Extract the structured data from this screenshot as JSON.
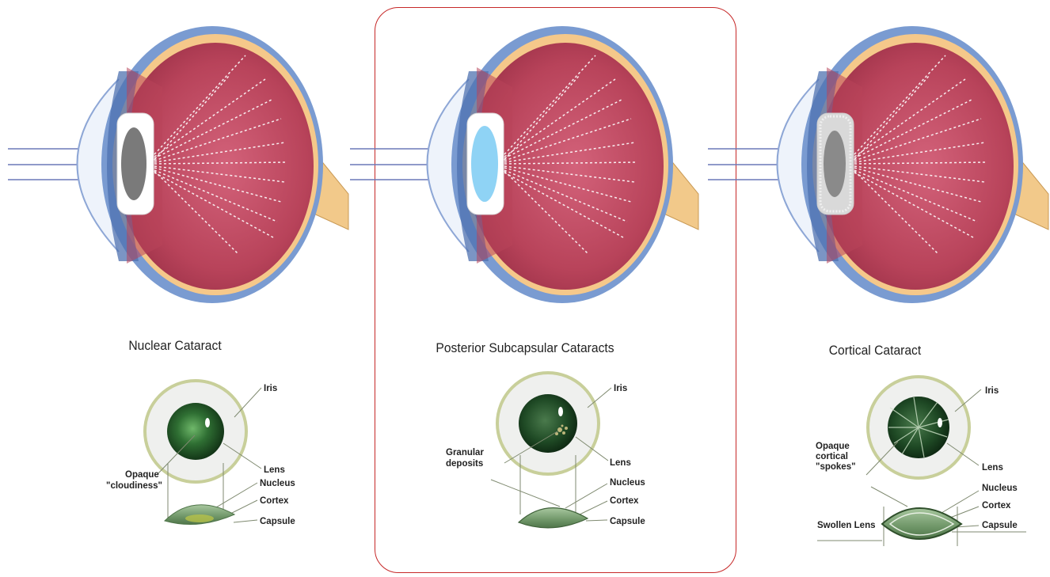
{
  "colors": {
    "highlight_border": "#c62828",
    "retina": "#c0485e",
    "sclera": "#7a9bd1",
    "lens_green": "#2c5a2e"
  },
  "panels": [
    {
      "title": "Nuclear Cataract",
      "labels": {
        "iris": "Iris",
        "lens": "Lens",
        "nucleus": "Nucleus",
        "cortex": "Cortex",
        "capsule": "Capsule",
        "finding_line1": "Opaque",
        "finding_line2": "\"cloudiness\""
      }
    },
    {
      "title": "Posterior Subcapsular Cataracts",
      "labels": {
        "iris": "Iris",
        "lens": "Lens",
        "nucleus": "Nucleus",
        "cortex": "Cortex",
        "capsule": "Capsule",
        "finding_line1": "Granular",
        "finding_line2": "deposits"
      }
    },
    {
      "title": "Cortical Cataract",
      "labels": {
        "iris": "Iris",
        "lens": "Lens",
        "nucleus": "Nucleus",
        "cortex": "Cortex",
        "capsule": "Capsule",
        "finding_line1": "Opaque",
        "finding_line2": "cortical",
        "finding_line3": "\"spokes\"",
        "swollen": "Swollen Lens"
      }
    }
  ]
}
